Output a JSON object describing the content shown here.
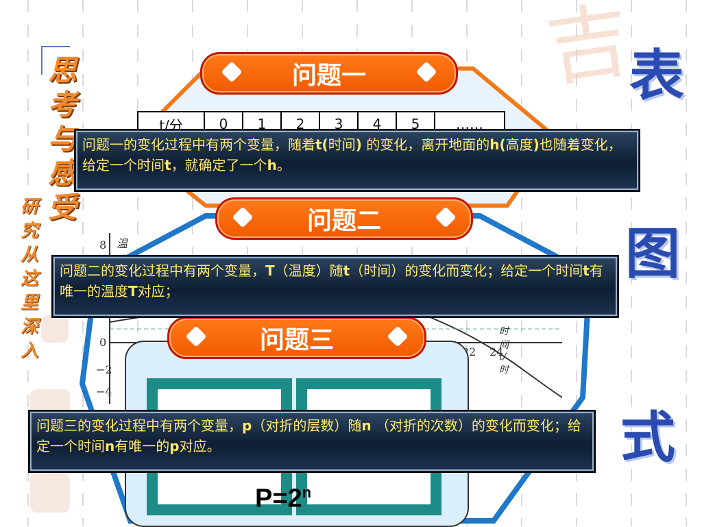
{
  "side_title": {
    "chars": [
      "思",
      "考",
      "与",
      "感",
      "受"
    ]
  },
  "side_subtitle": {
    "chars": [
      "研",
      "究",
      "从",
      "这",
      "里",
      "深",
      "入"
    ]
  },
  "right_title": {
    "chars": [
      "表",
      "图",
      "式"
    ]
  },
  "problems": [
    {
      "label": "问题一"
    },
    {
      "label": "问题二"
    },
    {
      "label": "问题三"
    }
  ],
  "table": {
    "cells": [
      "t/分",
      "0",
      "1",
      "2",
      "3",
      "4",
      "5",
      "……"
    ]
  },
  "graph": {
    "ylabel": "温度 T/℃",
    "xlabel": "时间 t/时",
    "y_ticks": [
      "8",
      "0",
      "−2",
      "−4"
    ],
    "x_ticks": [
      "22",
      "24"
    ]
  },
  "banners": {
    "b1_parts": [
      "问题一的变化过程中有两个变量，随着",
      "t(",
      "时间",
      ")",
      " 的变化，离开地面的",
      "h(",
      "高度",
      ")",
      "也随着变化，给定一个时间",
      "t",
      "，就确定了一个",
      "h",
      "。"
    ],
    "b2_parts": [
      "问题二的变化过程中有两个变量，",
      "T",
      "（温度）随",
      "t",
      "（时间）的变化而变化；给定一个时间",
      "t",
      "有唯一的温度",
      "T",
      "对应；"
    ],
    "b3_parts": [
      "问题三的变化过程中有两个变量，",
      "p",
      "（对折的层数）随",
      "n",
      " （对折的次数）的变化而变化；给定一个时间",
      "n",
      "有唯一的",
      "p",
      "对应。"
    ]
  },
  "formula": {
    "base": "P=2",
    "exp": "n"
  },
  "colors": {
    "accent_orange": "#f25a00",
    "banner_text": "#ffe96a",
    "frame_blue": "#1f78c8"
  }
}
